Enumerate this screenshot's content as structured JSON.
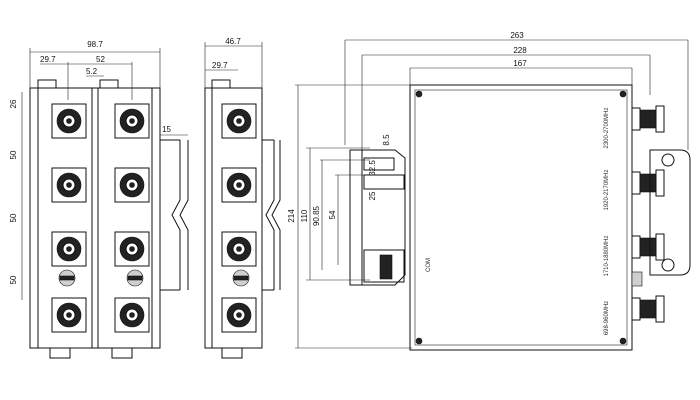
{
  "front_view": {
    "dim_width": "98.7",
    "dim_offset": "29.7",
    "dim_port_pitch": "52",
    "dim_inner": "5.2",
    "dim_top": "26",
    "dim_spacings": [
      "50",
      "50",
      "50"
    ],
    "dim_depth": "15"
  },
  "side_view": {
    "dim_width": "46.7",
    "dim_offset": "29.7"
  },
  "top_view": {
    "dim_overall": "263",
    "dim_mid": "228",
    "dim_body": "167",
    "dim_height": "214",
    "dim_110": "110",
    "dim_9085": "90.85",
    "dim_54": "54",
    "dim_85": "8.5",
    "dim_325": "32.5",
    "dim_25": "25",
    "com_label": "COM",
    "port_labels": [
      "2300-2700MHz",
      "1920-2170MHz",
      "1710-1880MHz",
      "698-960MHz"
    ]
  }
}
